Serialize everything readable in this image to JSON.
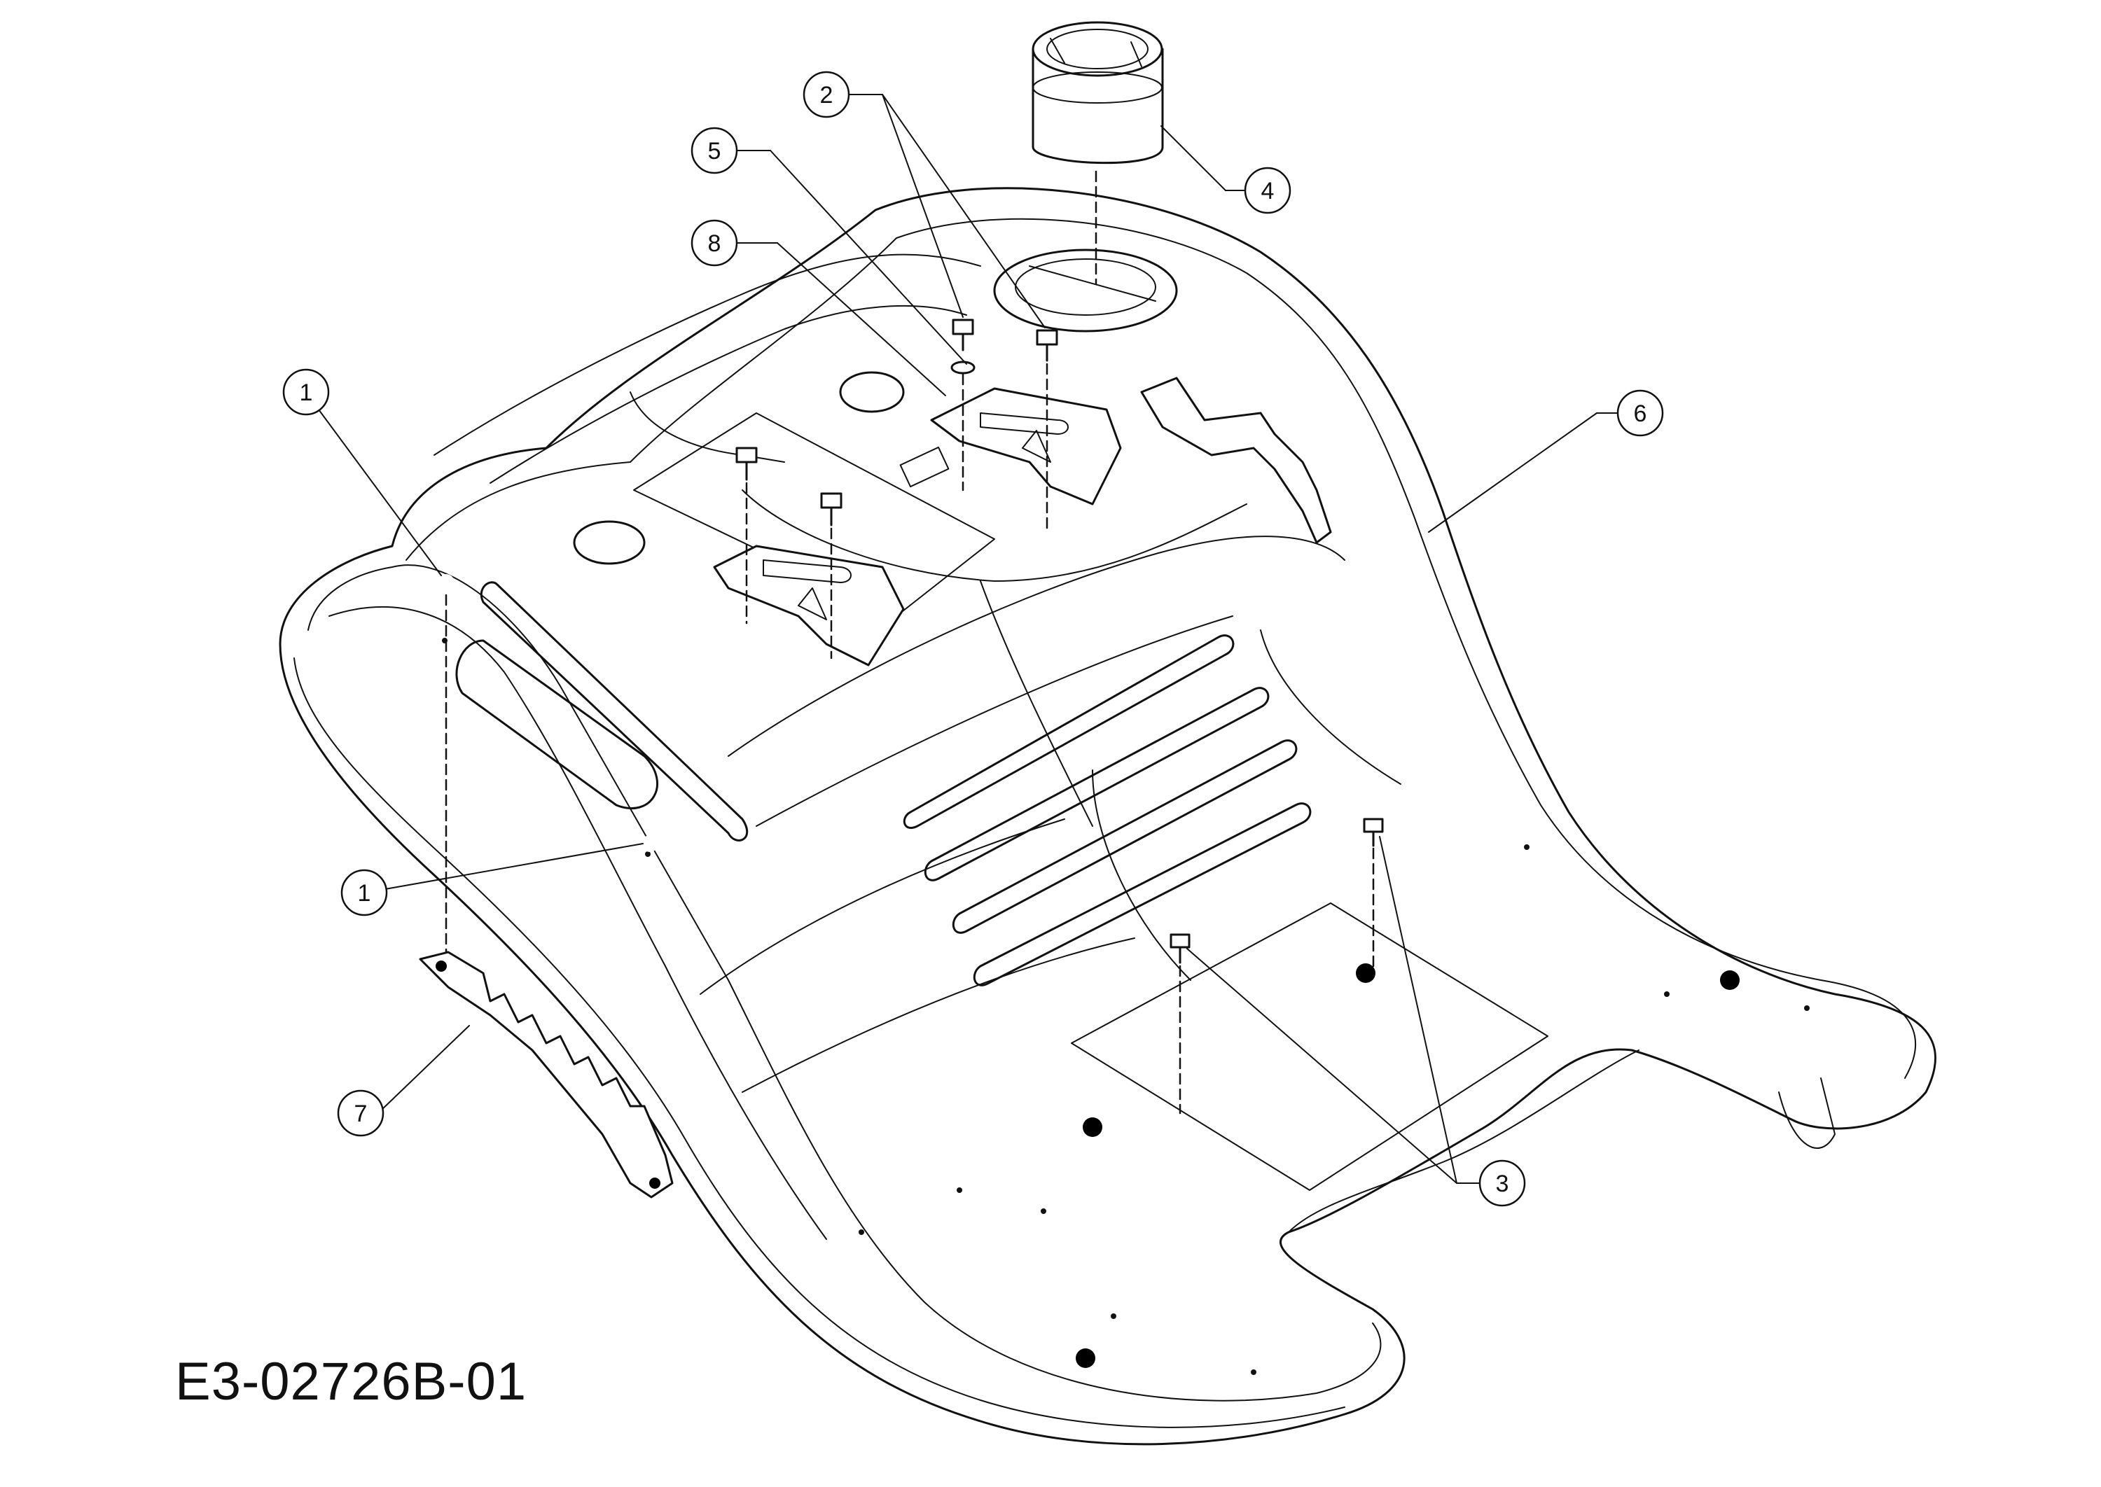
{
  "drawing_number": "E3-02726B-01",
  "callouts": [
    {
      "id": "c1a",
      "label": "1"
    },
    {
      "id": "c1b",
      "label": "1"
    },
    {
      "id": "c2",
      "label": "2"
    },
    {
      "id": "c3",
      "label": "3"
    },
    {
      "id": "c4",
      "label": "4"
    },
    {
      "id": "c5",
      "label": "5"
    },
    {
      "id": "c6",
      "label": "6"
    },
    {
      "id": "c7",
      "label": "7"
    },
    {
      "id": "c8",
      "label": "8"
    }
  ]
}
